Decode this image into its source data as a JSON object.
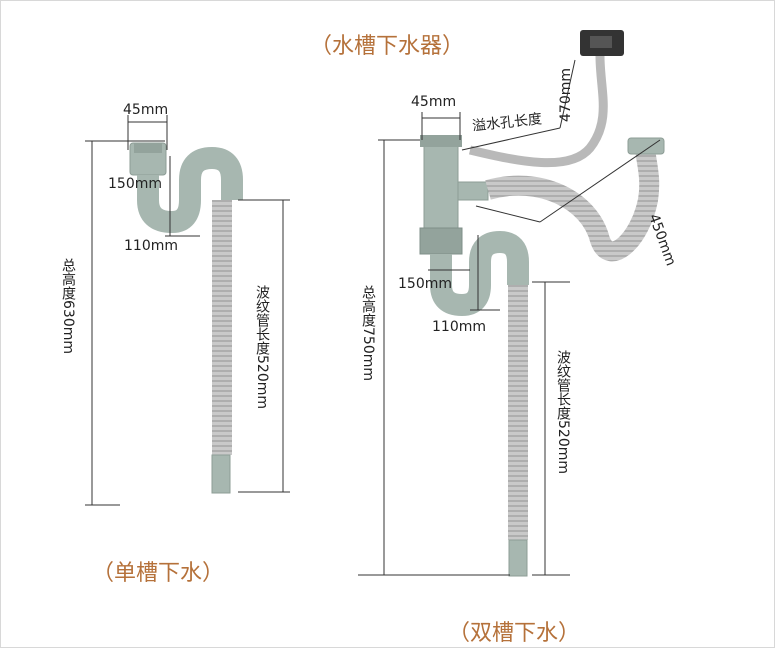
{
  "titles": {
    "main": "（水槽下水器）",
    "single": "（单槽下水）",
    "double": "（双槽下水）"
  },
  "single": {
    "width_top": "45mm",
    "bend_height": "150mm",
    "bend_width": "110mm",
    "total_height": "总高度630mm",
    "hose_length": "波纹管长度520mm"
  },
  "double": {
    "width_top": "45mm",
    "overflow_label": "溢水孔长度",
    "overflow_len": "470mm",
    "side_len": "450mm",
    "bend_height": "150mm",
    "bend_width": "110mm",
    "total_height": "总高度750mm",
    "hose_length": "波纹管长度520mm"
  },
  "colors": {
    "title": "#b5713a",
    "pipe": "#a7b7b0",
    "hose": "#c3c3c3"
  }
}
